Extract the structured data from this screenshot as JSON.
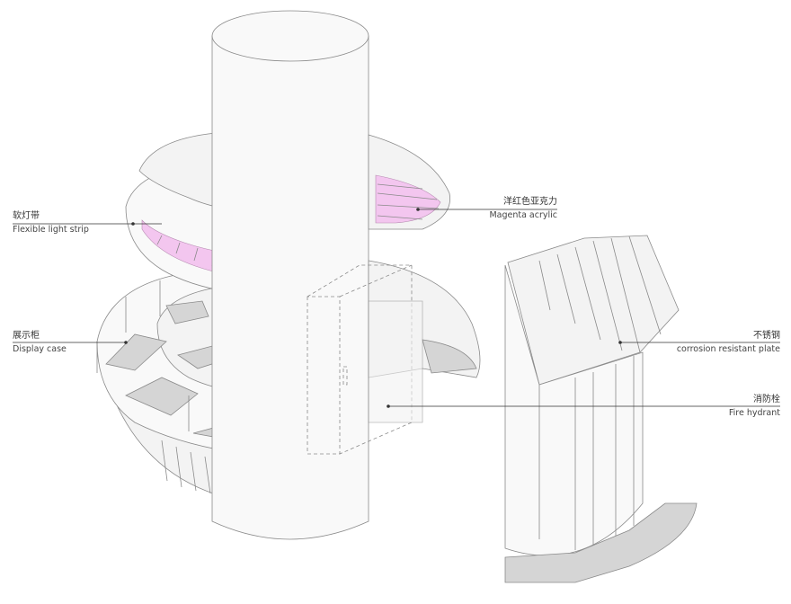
{
  "diagram": {
    "callouts": [
      {
        "id": "soft-light-strip",
        "zh": "软灯带",
        "en": "Flexible light strip"
      },
      {
        "id": "magenta-acrylic",
        "zh": "洋红色亚克力",
        "en": "Magenta acrylic"
      },
      {
        "id": "display-case",
        "zh": "展示柜",
        "en": "Display case"
      },
      {
        "id": "stainless-steel",
        "zh": "不锈钢",
        "en": "corrosion resistant plate"
      },
      {
        "id": "fire-hydrant",
        "zh": "消防栓",
        "en": "Fire hydrant"
      }
    ],
    "colors": {
      "line": "#8a8a8a",
      "surface": "#f2f2f2",
      "surface_light": "#f8f8f8",
      "shelf": "#d6d6d6",
      "magenta": "#f3c6ef",
      "leader": "#333333"
    }
  }
}
